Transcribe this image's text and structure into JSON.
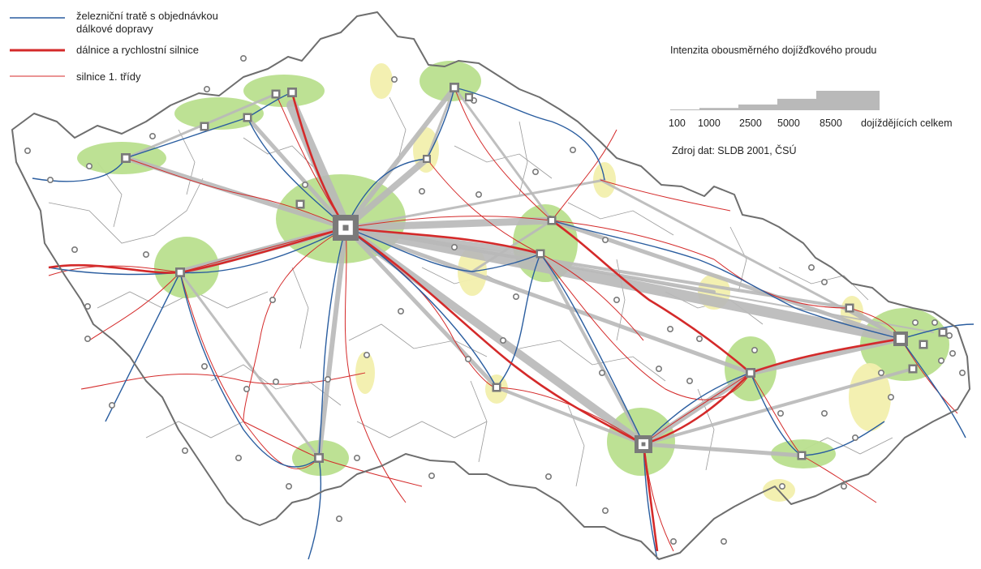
{
  "legend": {
    "items": [
      {
        "line1": "železniční tratě s objednávkou",
        "line2": "dálkové dopravy",
        "color": "#2a5d9f",
        "kind": "rail"
      },
      {
        "line1": "dálnice a rychlostní silnice",
        "line2": "",
        "color": "#d42a2a",
        "kind": "motorway"
      },
      {
        "line1": "silnice 1. třídy",
        "line2": "",
        "color": "#d42a2a",
        "kind": "road"
      }
    ]
  },
  "flow_legend": {
    "title": "Intenzita obousměrného dojížďkového proudu",
    "steps": [
      100,
      1000,
      2500,
      5000,
      8500
    ],
    "labels": [
      "100",
      "1000",
      "2500",
      "5000",
      "8500"
    ],
    "unit_label": "dojíždějících celkem"
  },
  "source": "Zdroj dat: SLDB 2001, ČSÚ",
  "colors": {
    "border": "#6e6e6e",
    "district": "#9a9a9a",
    "flow": "#b9b9b9",
    "rail": "#2a5d9f",
    "road": "#d42a2a",
    "region_green": "#b9df8e",
    "region_yellow": "#f2efad",
    "city": "#7a7a7a"
  }
}
